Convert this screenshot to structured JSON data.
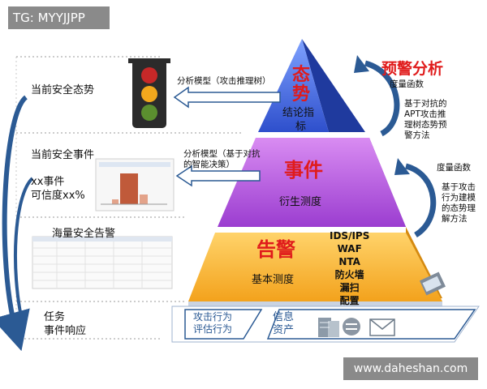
{
  "tag": "TG: MYYJJPP",
  "watermark": "www.daheshan.com",
  "left": {
    "situation": "当前安全态势",
    "events_title": "当前安全事件",
    "events_line1": "xx事件",
    "events_line2": "可信度xx%",
    "alerts": "海量安全告警",
    "task_line1": "任务",
    "task_line2": "事件响应"
  },
  "models": {
    "top": "分析模型（攻击推理树）",
    "mid_line1": "分析模型（基于对抗",
    "mid_line2": "的智能决策）"
  },
  "pyramid": {
    "top_title_1": "态",
    "top_title_2": "势",
    "top_sub_1": "结论指",
    "top_sub_2": "标",
    "mid_title": "事件",
    "mid_sub": "衍生测度",
    "bot_title": "告警",
    "bot_sub": "基本测度",
    "sources": [
      "IDS/IPS",
      "WAF",
      "NTA",
      "防火墙",
      "漏扫",
      "配置"
    ]
  },
  "right": {
    "heading": "预警分析",
    "metric1": "度量函数",
    "method1": [
      "基于对抗的",
      "APT攻击推",
      "理树态势预",
      "警方法"
    ],
    "metric2": "度量函数",
    "method2": [
      "基于攻击",
      "行为建模",
      "的态势理",
      "解方法"
    ]
  },
  "bottom": {
    "attack_1": "攻击行为",
    "attack_2": "评估行为",
    "info_1": "信息",
    "info_2": "资产"
  },
  "colors": {
    "top_face": "#3a5fd8",
    "mid_face": "#b54ad8",
    "bot_face": "#f6b22a",
    "title_red": "#e01b1b",
    "arrow_blue": "#2b5a94"
  }
}
